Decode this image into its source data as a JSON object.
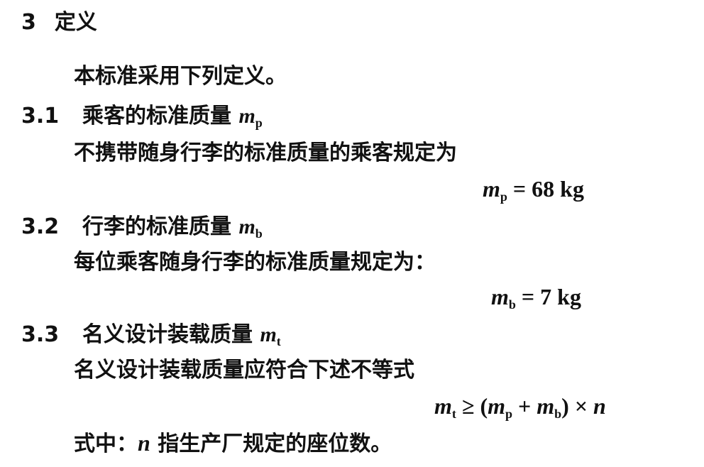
{
  "section": {
    "number": "3",
    "title": "定义"
  },
  "intro": "本标准采用下列定义。",
  "items": [
    {
      "number": "3.1",
      "term": "乘客的标准质量",
      "sym": "m",
      "sub": "p",
      "desc": "不携带随身行李的标准质量的乘客规定为"
    },
    {
      "number": "3.2",
      "term": "行李的标准质量",
      "sym": "m",
      "sub": "b",
      "desc": "每位乘客随身行李的标准质量规定为："
    },
    {
      "number": "3.3",
      "term": "名义设计装载质量",
      "sym": "m",
      "sub": "t",
      "desc": "名义设计装载质量应符合下述不等式"
    }
  ],
  "formulas": {
    "f1": {
      "sym": "m",
      "sub": "p",
      "rhs": "= 68 kg"
    },
    "f2": {
      "sym": "m",
      "sub": "b",
      "rhs": "= 7 kg"
    },
    "f3": {
      "lhs_sym": "m",
      "lhs_sub": "t",
      "op": "≥ (",
      "a_sym": "m",
      "a_sub": "p",
      "plus": " + ",
      "b_sym": "m",
      "b_sub": "b",
      "close": ") × ",
      "n": "n"
    }
  },
  "note": {
    "prefix": "式中：",
    "var": "n",
    "text": "指生产厂规定的座位数。"
  }
}
